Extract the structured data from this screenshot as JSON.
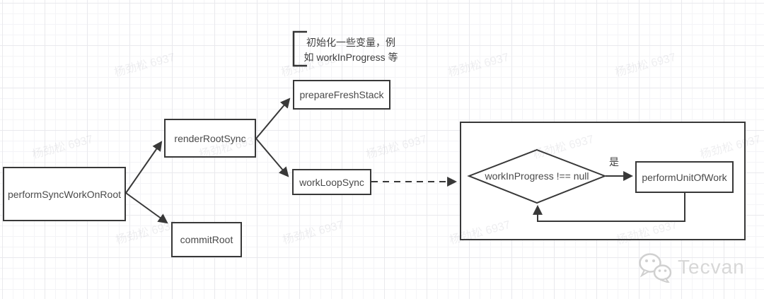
{
  "nodes": {
    "perform_sync": {
      "label": "performSyncWorkOnRoot"
    },
    "render_root": {
      "label": "renderRootSync"
    },
    "commit_root": {
      "label": "commitRoot"
    },
    "prepare_fresh": {
      "label": "prepareFreshStack"
    },
    "work_loop": {
      "label": "workLoopSync"
    },
    "perform_unit": {
      "label": "performUnitOfWork"
    },
    "decision": {
      "label": "workInProgress !== null"
    }
  },
  "edge_labels": {
    "yes": "是"
  },
  "annotation": {
    "line1": "初始化一些变量，例",
    "line2": "如 workInProgress 等"
  },
  "watermark": {
    "text": "杨劲松 6937"
  },
  "brand": {
    "name": "Tecvan",
    "icon": "wechat-icon"
  },
  "colors": {
    "stroke": "#383838",
    "node_text": "#4a4a4a",
    "watermark": "#e8e8ea",
    "brand": "#d7d7d7"
  }
}
